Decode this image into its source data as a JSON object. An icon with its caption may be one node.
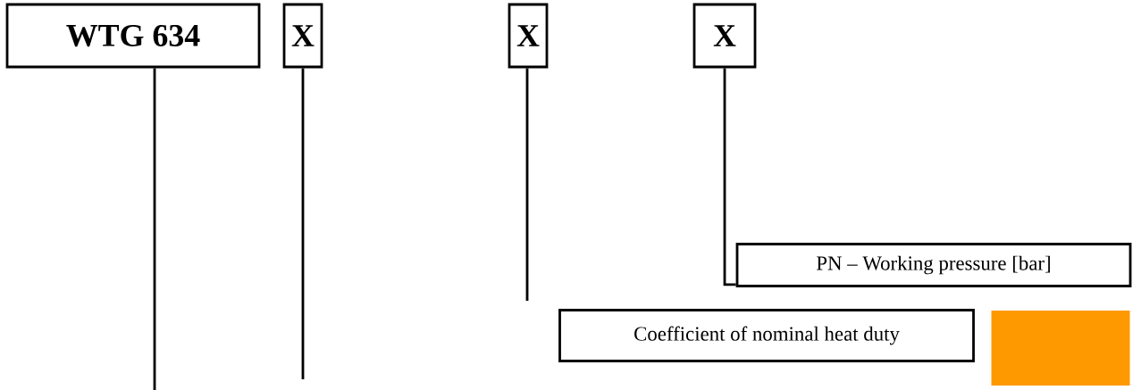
{
  "diagram": {
    "nodes": [
      {
        "text": [
          "WTG 634"
        ]
      },
      {
        "text": [
          "X"
        ]
      },
      {
        "text": [
          "X"
        ]
      },
      {
        "text": [
          "X"
        ]
      },
      {
        "text": [
          "PN – Working pressure [bar]"
        ]
      },
      {
        "text": [
          "Coefficient of nominal heat duty"
        ]
      },
      {
        "text": [],
        "shape": "box"
      }
    ],
    "edges": [
      {
        "from": 0,
        "to": null,
        "arrow": "none"
      },
      {
        "from": 1,
        "to": null,
        "arrow": "none"
      },
      {
        "from": 2,
        "to": null,
        "arrow": "none"
      },
      {
        "from": 3,
        "to": 4,
        "arrow": "none"
      }
    ]
  }
}
